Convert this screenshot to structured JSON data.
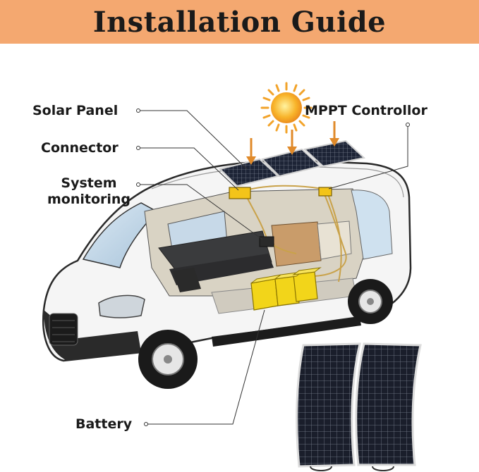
{
  "header": {
    "title": "Installation Guide"
  },
  "labels": {
    "solar_panel": "Solar Panel",
    "connector": "Connector",
    "system_monitoring_line1": "System",
    "system_monitoring_line2": "monitoring",
    "mppt_controller": "MPPT Controllor",
    "battery": "Battery"
  },
  "colors": {
    "banner": "#f4a870",
    "sun": "#f5a623",
    "battery": "#f2d51a",
    "van_body": "#f4f4f4",
    "panel": "#1d2230"
  }
}
